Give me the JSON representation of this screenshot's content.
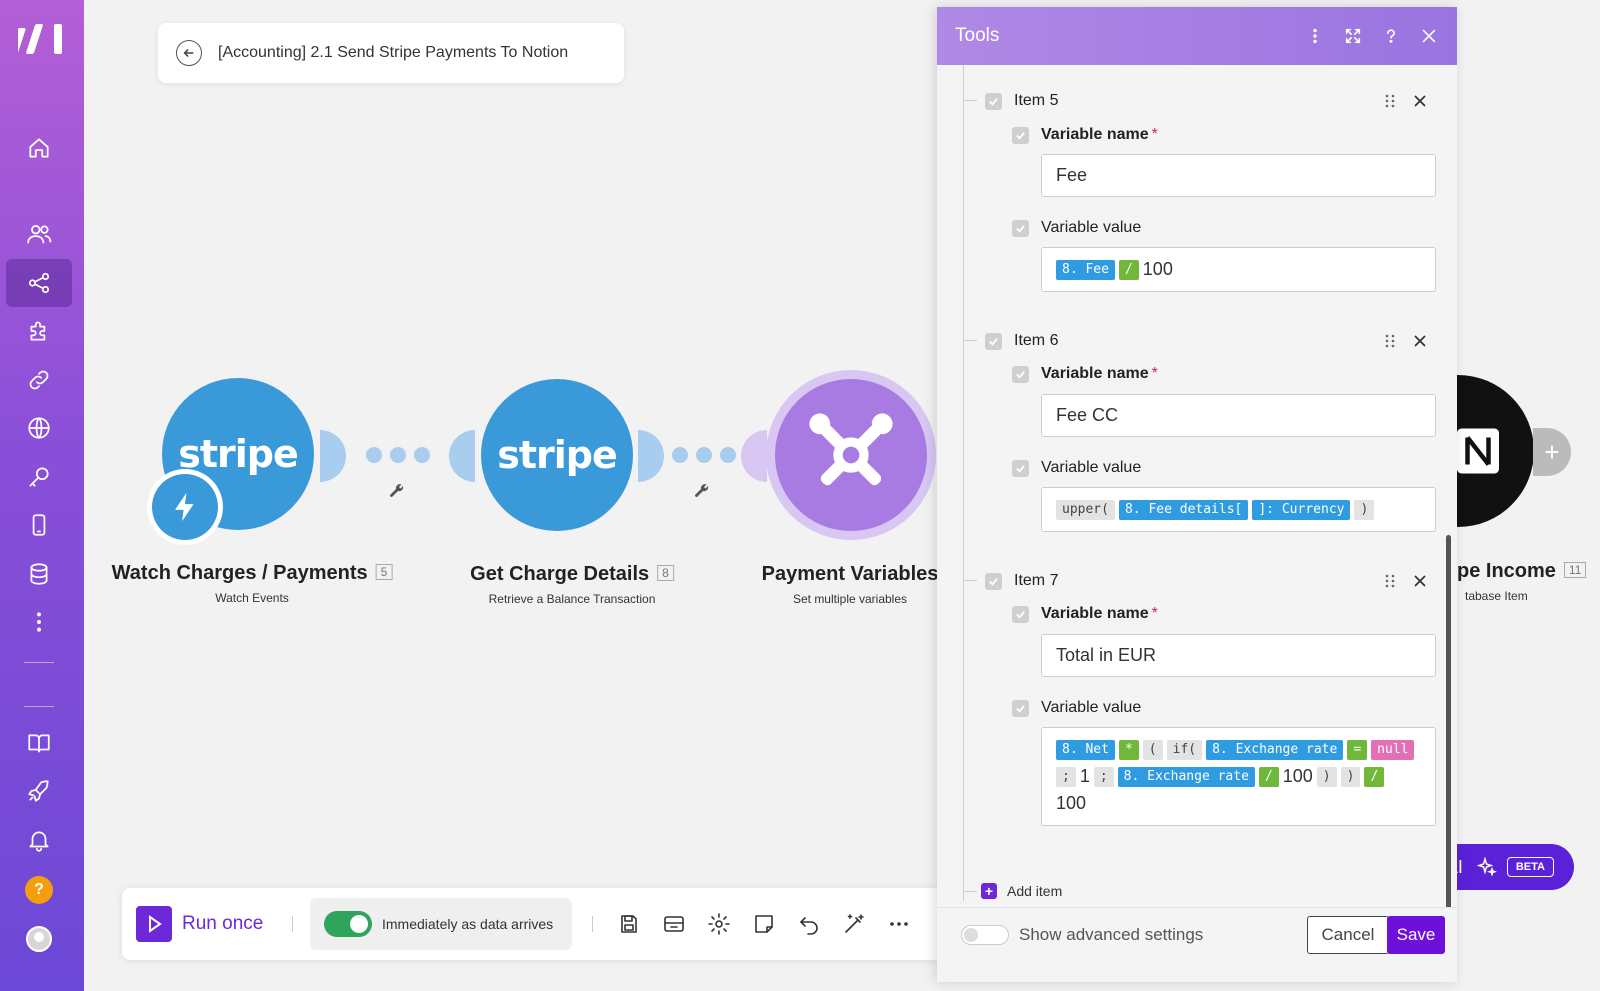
{
  "scenario": {
    "title": "[Accounting] 2.1 Send Stripe Payments To Notion"
  },
  "nodes": [
    {
      "logo": "stripe",
      "title": "Watch Charges / Payments",
      "badge": "5",
      "subtitle": "Watch Events"
    },
    {
      "logo": "stripe",
      "title": "Get Charge Details",
      "badge": "8",
      "subtitle": "Retrieve a Balance Transaction"
    },
    {
      "logo": "tools-icon",
      "title": "Payment Variables",
      "subtitle": "Set multiple variables"
    },
    {
      "logo": "notion-icon",
      "title": "pe Income",
      "badge": "11",
      "subtitle": "tabase Item"
    }
  ],
  "toolbar": {
    "run_label": "Run once",
    "schedule_label": "Immediately as data arrives"
  },
  "ai": {
    "label": "AI",
    "beta": "BETA"
  },
  "panel": {
    "title": "Tools",
    "items": [
      {
        "label": "Item 5",
        "name_label": "Variable name",
        "name_value": "Fee",
        "value_label": "Variable value",
        "tokens": [
          {
            "t": "8. Fee",
            "k": "blue"
          },
          {
            "t": "/",
            "k": "green"
          },
          {
            "t": "100",
            "k": "plain"
          }
        ]
      },
      {
        "label": "Item 6",
        "name_label": "Variable name",
        "name_value": "Fee CC",
        "value_label": "Variable value",
        "tokens": [
          {
            "t": "upper(",
            "k": "gray"
          },
          {
            "t": "8. Fee details[",
            "k": "blue"
          },
          {
            "t": "]: Currency",
            "k": "blue"
          },
          {
            "t": ")",
            "k": "gray"
          }
        ]
      },
      {
        "label": "Item 7",
        "name_label": "Variable name",
        "name_value": "Total in EUR",
        "value_label": "Variable value",
        "tokens": [
          {
            "t": "8. Net",
            "k": "blue"
          },
          {
            "t": "*",
            "k": "green"
          },
          {
            "t": "(",
            "k": "gray"
          },
          {
            "t": "if(",
            "k": "gray"
          },
          {
            "t": "8. Exchange rate",
            "k": "blue"
          },
          {
            "t": "=",
            "k": "green"
          },
          {
            "t": "null",
            "k": "pink"
          },
          {
            "t": ";",
            "k": "gray"
          },
          {
            "t": "1",
            "k": "plain"
          },
          {
            "t": ";",
            "k": "gray"
          },
          {
            "t": "8. Exchange rate",
            "k": "blue"
          },
          {
            "t": "/",
            "k": "green"
          },
          {
            "t": "100",
            "k": "plain"
          },
          {
            "t": ")",
            "k": "gray"
          },
          {
            "t": ")",
            "k": "gray"
          },
          {
            "t": "/",
            "k": "green"
          },
          {
            "t": "100",
            "k": "plain"
          }
        ]
      }
    ],
    "add_item": "Add item",
    "advanced_label": "Show advanced settings",
    "cancel": "Cancel",
    "save": "Save"
  },
  "colors": {
    "accent": "#6d28d9",
    "stripe": "#3a9ad9",
    "tools": "#a77be2"
  }
}
